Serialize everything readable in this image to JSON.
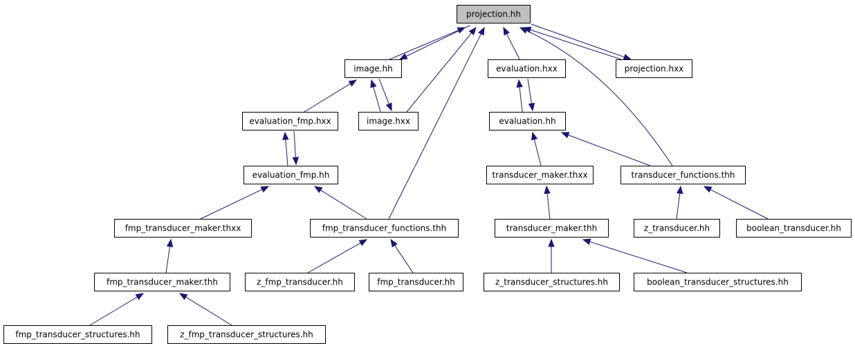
{
  "graph": {
    "edge_color": "#191970",
    "root_fill": "#bfbfbf",
    "node_fill": "#ffffff",
    "nodes": [
      {
        "id": "projection_hh",
        "label": "projection.hh",
        "root": true
      },
      {
        "id": "image_hh",
        "label": "image.hh"
      },
      {
        "id": "evaluation_hxx",
        "label": "evaluation.hxx"
      },
      {
        "id": "projection_hxx",
        "label": "projection.hxx"
      },
      {
        "id": "evaluation_fmp_hxx",
        "label": "evaluation_fmp.hxx"
      },
      {
        "id": "image_hxx",
        "label": "image.hxx"
      },
      {
        "id": "evaluation_hh",
        "label": "evaluation.hh"
      },
      {
        "id": "evaluation_fmp_hh",
        "label": "evaluation_fmp.hh"
      },
      {
        "id": "transducer_maker_thxx",
        "label": "transducer_maker.thxx"
      },
      {
        "id": "transducer_functions_thh",
        "label": "transducer_functions.thh"
      },
      {
        "id": "fmp_transducer_maker_thxx",
        "label": "fmp_transducer_maker.thxx"
      },
      {
        "id": "fmp_transducer_functions_thh",
        "label": "fmp_transducer_functions.thh"
      },
      {
        "id": "transducer_maker_thh",
        "label": "transducer_maker.thh"
      },
      {
        "id": "z_transducer_hh",
        "label": "z_transducer.hh"
      },
      {
        "id": "boolean_transducer_hh",
        "label": "boolean_transducer.hh"
      },
      {
        "id": "fmp_transducer_maker_thh",
        "label": "fmp_transducer_maker.thh"
      },
      {
        "id": "z_fmp_transducer_hh",
        "label": "z_fmp_transducer.hh"
      },
      {
        "id": "fmp_transducer_hh",
        "label": "fmp_transducer.hh"
      },
      {
        "id": "z_transducer_structures_hh",
        "label": "z_transducer_structures.hh"
      },
      {
        "id": "boolean_transducer_structures_hh",
        "label": "boolean_transducer_structures.hh"
      },
      {
        "id": "fmp_transducer_structures_hh",
        "label": "fmp_transducer_structures.hh"
      },
      {
        "id": "z_fmp_transducer_structures_hh",
        "label": "z_fmp_transducer_structures.hh"
      }
    ],
    "edges": [
      {
        "from": "image_hh",
        "to": "projection_hh"
      },
      {
        "from": "projection_hh",
        "to": "image_hh"
      },
      {
        "from": "image_hxx",
        "to": "projection_hh"
      },
      {
        "from": "fmp_transducer_functions_thh",
        "to": "projection_hh"
      },
      {
        "from": "evaluation_hxx",
        "to": "projection_hh"
      },
      {
        "from": "transducer_functions_thh",
        "to": "projection_hh"
      },
      {
        "from": "projection_hxx",
        "to": "projection_hh"
      },
      {
        "from": "projection_hh",
        "to": "projection_hxx"
      },
      {
        "from": "evaluation_fmp_hxx",
        "to": "image_hh"
      },
      {
        "from": "image_hxx",
        "to": "image_hh"
      },
      {
        "from": "image_hh",
        "to": "image_hxx"
      },
      {
        "from": "evaluation_hh",
        "to": "evaluation_hxx"
      },
      {
        "from": "evaluation_hxx",
        "to": "evaluation_hh"
      },
      {
        "from": "evaluation_fmp_hh",
        "to": "evaluation_fmp_hxx"
      },
      {
        "from": "evaluation_fmp_hxx",
        "to": "evaluation_fmp_hh"
      },
      {
        "from": "transducer_maker_thxx",
        "to": "evaluation_hh"
      },
      {
        "from": "transducer_functions_thh",
        "to": "evaluation_hh"
      },
      {
        "from": "fmp_transducer_maker_thxx",
        "to": "evaluation_fmp_hh"
      },
      {
        "from": "fmp_transducer_functions_thh",
        "to": "evaluation_fmp_hh"
      },
      {
        "from": "transducer_maker_thh",
        "to": "transducer_maker_thxx"
      },
      {
        "from": "z_transducer_hh",
        "to": "transducer_functions_thh"
      },
      {
        "from": "boolean_transducer_hh",
        "to": "transducer_functions_thh"
      },
      {
        "from": "fmp_transducer_maker_thh",
        "to": "fmp_transducer_maker_thxx"
      },
      {
        "from": "z_fmp_transducer_hh",
        "to": "fmp_transducer_functions_thh"
      },
      {
        "from": "fmp_transducer_hh",
        "to": "fmp_transducer_functions_thh"
      },
      {
        "from": "z_transducer_structures_hh",
        "to": "transducer_maker_thh"
      },
      {
        "from": "boolean_transducer_structures_hh",
        "to": "transducer_maker_thh"
      },
      {
        "from": "fmp_transducer_structures_hh",
        "to": "fmp_transducer_maker_thh"
      },
      {
        "from": "z_fmp_transducer_structures_hh",
        "to": "fmp_transducer_maker_thh"
      }
    ]
  }
}
